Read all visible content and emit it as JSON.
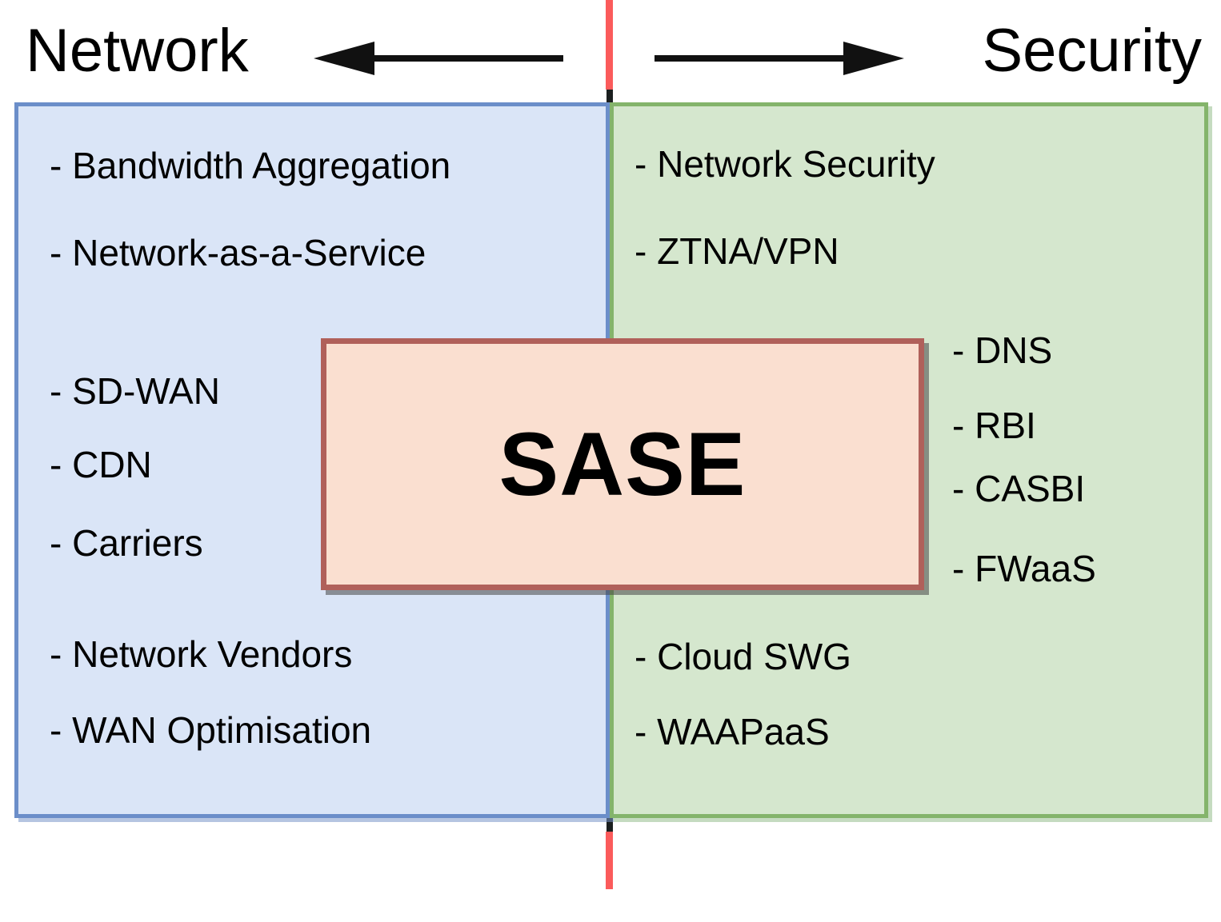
{
  "diagram": {
    "title": "SASE",
    "center_box": {
      "label": "SASE",
      "fill_color": "#fadfd0",
      "border_color": "#b0605a"
    },
    "headers": {
      "left": "Network",
      "right": "Security"
    },
    "arrows": {
      "left": "arrow-left-icon",
      "right": "arrow-right-icon"
    },
    "divider": {
      "top_color": "#fb5b5b",
      "middle_color": "#1b1f1f",
      "bottom_color": "#fb5b5b"
    },
    "panels": [
      {
        "id": "network",
        "title": "Network",
        "fill_color": "#dae5f7",
        "border_color": "#6b8ec9",
        "groups": [
          {
            "id": "network-top",
            "items": [
              "- Bandwidth Aggregation",
              "- Network-as-a-Service"
            ]
          },
          {
            "id": "network-middle",
            "items": [
              "- SD-WAN",
              "- CDN",
              "- Carriers"
            ]
          },
          {
            "id": "network-bottom",
            "items": [
              "- Network Vendors",
              "- WAN Optimisation"
            ]
          }
        ]
      },
      {
        "id": "security",
        "title": "Security",
        "fill_color": "#d5e7ce",
        "border_color": "#84b46b",
        "groups": [
          {
            "id": "security-top",
            "items": [
              "- Network Security",
              "- ZTNA/VPN"
            ]
          },
          {
            "id": "security-side",
            "items": [
              "- DNS",
              "- RBI",
              "- CASBI",
              "- FWaaS"
            ]
          },
          {
            "id": "security-bottom",
            "items": [
              "- Cloud SWG",
              "- WAAPaaS"
            ]
          }
        ]
      }
    ]
  }
}
